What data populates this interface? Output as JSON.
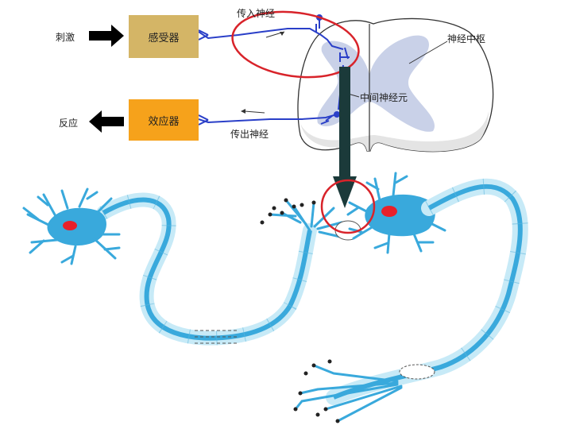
{
  "labels": {
    "stimulus": "刺激",
    "response": "反应",
    "receptor": "感受器",
    "effector": "效应器",
    "afferent": "传入神经",
    "efferent": "传出神经",
    "center": "神经中枢",
    "interneuron": "中间神经元"
  },
  "colors": {
    "receptor_box": "#D4B566",
    "effector_box": "#F6A21B",
    "nerve_line": "#2A3FC8",
    "highlight_circle": "#D8232A",
    "neuron_body": "#39A9DC",
    "myelin": "#C7EAF7",
    "nucleus": "#E8202A",
    "gray_matter": "#C9D1E8",
    "arrow": "#1B3A3A"
  }
}
